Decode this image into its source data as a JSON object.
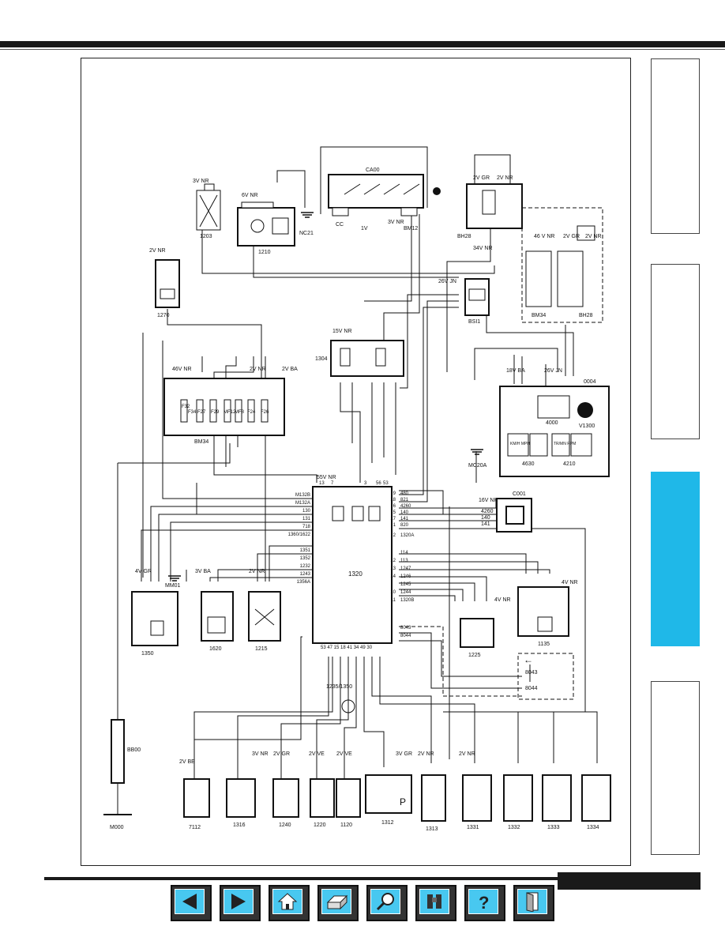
{
  "components": {
    "c1203": "1203",
    "c1210": "1210",
    "nc21": "NC21",
    "ca00": "CA00",
    "bh28": "BH28",
    "bh28b": "BH28",
    "bm34b": "BM34",
    "c1270": "1270",
    "bsi1": "BSI1",
    "c1304": "1304",
    "bm34": "BM34",
    "c0004": "0004",
    "c4000": "4000",
    "v1300": "V1300",
    "c4630": "4630",
    "c4210": "4210",
    "mc20a": "MC20A",
    "c1320": "1320",
    "c001": "C001",
    "mm01": "MM01",
    "c1350": "1350",
    "c1620": "1620",
    "c1215": "1215",
    "c1225": "1225",
    "c1135": "1135",
    "c8043": "8043",
    "c8044": "8044",
    "bb00": "BB00",
    "m000": "M000",
    "c7112": "7112",
    "c1316": "1316",
    "c1240": "1240",
    "c1220": "1220",
    "c1120": "1120",
    "c1312": "1312",
    "c1313": "1313",
    "c1331": "1331",
    "c1332": "1332",
    "c1333": "1333",
    "c1334": "1334"
  },
  "connectors": {
    "k1203": "3V NR",
    "k1210": "6V NR",
    "k1270": "2V NR",
    "kbm34": "46V NR",
    "kbm34b": "2V BA",
    "k1304": "15V NR",
    "kbsi1": "26V JN",
    "k0004a": "18V BA",
    "k0004b": "26V JN",
    "kbh28a": "2V GR",
    "kbh28b": "2V NR",
    "kbh28c": "34V NR",
    "kca00": "3V NR",
    "k1320": "55V NR",
    "kc001": "16V NR",
    "k1350": "4V GR",
    "k1620": "3V BA",
    "k1215": "2V NR",
    "k1225": "4V NR",
    "k1135": "4V NR",
    "k7112": "2V BE",
    "k1316": "3V NR",
    "k1240": "2V GR",
    "k1220": "2V VE",
    "k1120": "2V VE",
    "k1312": "3V GR",
    "k1313": "2V NR",
    "kinj": "2V NR",
    "kbm11": "2V GR",
    "kbm11b": "2V NR",
    "kbm11c": "46 V NR",
    "kcc": "2V NR"
  },
  "fuses": [
    "F32",
    "F34",
    "F27",
    "F29",
    "MF12",
    "MF8",
    "F24",
    "F26"
  ],
  "ecu_left_wires": [
    "M132B",
    "M132A",
    "130",
    "131",
    "718",
    "1360/1622",
    "1351",
    "1352",
    "1232",
    "1243",
    "1356A"
  ],
  "ecu_right_wires": [
    "480",
    "821",
    "4260",
    "140",
    "141",
    "820",
    "1320A",
    "114",
    "113",
    "1247",
    "1246",
    "1245",
    "1244",
    "1320B",
    "8043",
    "8044"
  ],
  "ecu_top_pins": [
    "13",
    "7",
    "3",
    "56",
    "53"
  ],
  "ecu_bottom_pins": "53 47 15 18 41 34 49 30",
  "ecu_right_pins": [
    "9",
    "18",
    "6",
    "5",
    "17",
    "1",
    "2",
    "12",
    "13",
    "14",
    "10",
    "11"
  ],
  "display": {
    "kmh": "KM/H MPH",
    "tr": "TR/MN RPM"
  },
  "labels": {
    "bottom_wires": "1235/1350",
    "cc": "CC",
    "iv": "1V",
    "bm12": "BM12",
    "p_glyph": "P",
    "arrow_glyph": "←",
    "w4260": "4260",
    "w140": "140",
    "w141": "141"
  },
  "colors": {
    "accent": "#1fb8e8",
    "nav_button": "#48c8f0"
  },
  "nav_icons": [
    "back-arrow-icon",
    "forward-arrow-icon",
    "home-icon",
    "printer-icon",
    "magnifier-icon",
    "binoculars-icon",
    "help-icon",
    "exit-door-icon"
  ]
}
